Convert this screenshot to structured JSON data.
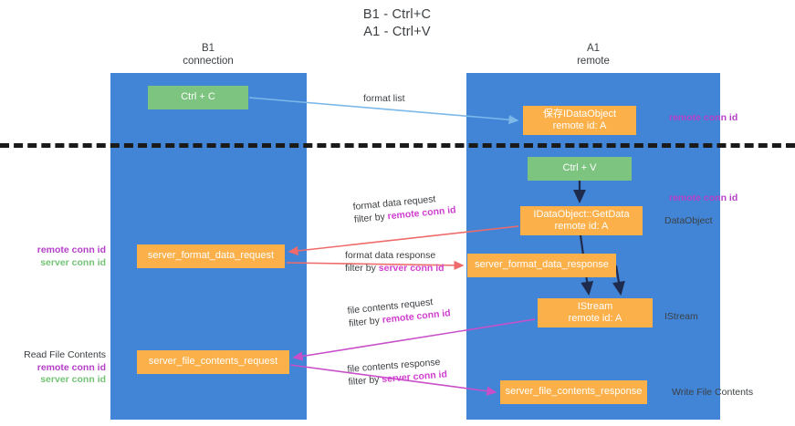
{
  "title": "B1 - Ctrl+C\nA1 - Ctrl+V",
  "title_line1": "B1 - Ctrl+C",
  "title_line2": "A1 - Ctrl+V",
  "colors": {
    "column": "#4285d6",
    "green_node": "#7cc47f",
    "orange_node": "#fbb049",
    "remote_conn_id": "#b540c8",
    "server_conn_id": "#74c476",
    "arrow_blue": "#7cb8e8",
    "arrow_red": "#ef6a6a",
    "arrow_magenta": "#c94fc9",
    "arrow_dark": "#1f2b4d",
    "divider": "#1a1a1a"
  },
  "columns": [
    {
      "id": "b1",
      "label_line1": "B1",
      "label_line2": "connection"
    },
    {
      "id": "a1",
      "label_line1": "A1",
      "label_line2": "remote"
    }
  ],
  "nodes": {
    "ctrl_c": {
      "line1": "Ctrl + C",
      "line2": "",
      "style": "green"
    },
    "idataobject": {
      "line1": "保存IDataObject",
      "line2": "remote id: A",
      "style": "orange"
    },
    "ctrl_v": {
      "line1": "Ctrl + V",
      "line2": "",
      "style": "green"
    },
    "getdata": {
      "line1": "IDataObject::GetData",
      "line2": "remote id: A",
      "style": "orange"
    },
    "server_format_data_request": {
      "line1": "server_format_data_request",
      "line2": "",
      "style": "orange"
    },
    "server_format_data_response": {
      "line1": "server_format_data_response",
      "line2": "",
      "style": "orange"
    },
    "istream": {
      "line1": "IStream",
      "line2": "remote id: A",
      "style": "orange"
    },
    "server_file_contents_request": {
      "line1": "server_file_contents_request",
      "line2": "",
      "style": "orange"
    },
    "server_file_contents_response": {
      "line1": "server_file_contents_response",
      "line2": "",
      "style": "orange"
    }
  },
  "edge_labels": {
    "format_list": {
      "line1": "format list",
      "line2": "",
      "filter_prefix": "",
      "filter_value": ""
    },
    "format_data_request": {
      "line1": "format data request",
      "filter_prefix": "filter by ",
      "filter_value": "remote conn id"
    },
    "format_data_response": {
      "line1": "format data response",
      "filter_prefix": "filter by ",
      "filter_value": "server conn id"
    },
    "file_contents_request": {
      "line1": "file contents request",
      "filter_prefix": "filter by ",
      "filter_value": "remote conn id"
    },
    "file_contents_response": {
      "line1": "file contents response",
      "filter_prefix": "filter by ",
      "filter_value": "server conn id"
    }
  },
  "side_labels": {
    "remote_conn_id_top": "remote conn id",
    "remote_conn_id_mid": "remote conn id",
    "data_object": "DataObject",
    "istream": "IStream",
    "write_file_contents": "Write File Contents"
  },
  "left_labels": {
    "group1": {
      "heading": "",
      "remote": "remote conn id",
      "server": "server conn id"
    },
    "group2": {
      "heading": "Read File Contents",
      "remote": "remote conn id",
      "server": "server conn id"
    }
  }
}
